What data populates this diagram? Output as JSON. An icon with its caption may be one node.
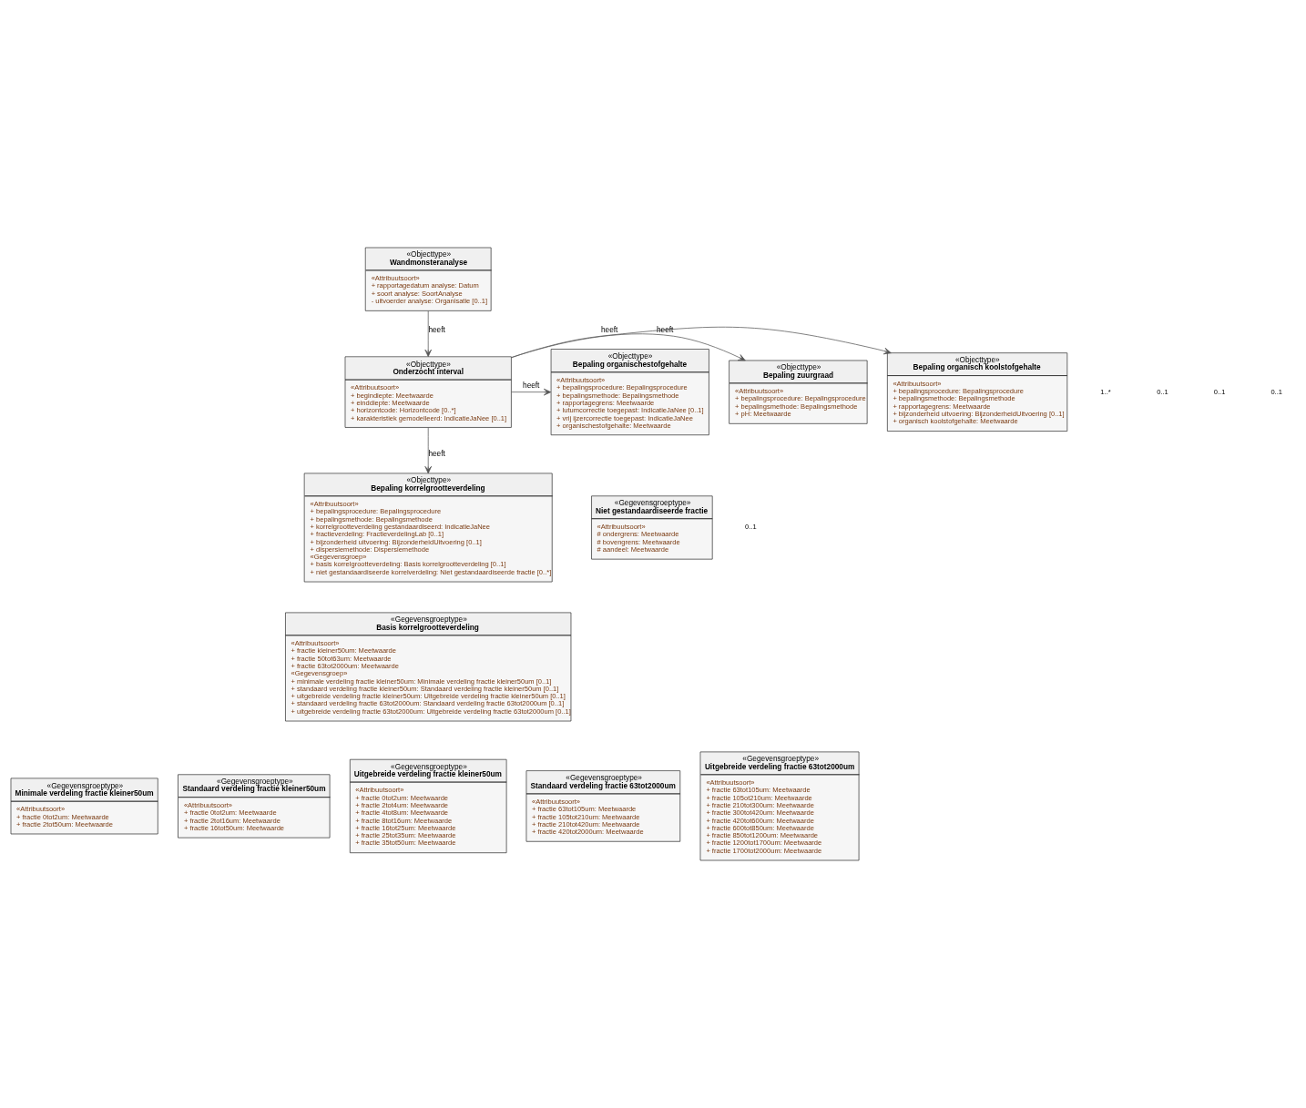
{
  "diagram": {
    "nodes": [
      {
        "text": [
          "«Objecttype»",
          "Wandmonsteranalyse",
          "«Attribuutsoort»",
          "+ rapportagedatum analyse: Datum",
          "+ soort analyse: SoortAnalyse",
          "- uitvoerder analyse: Organisatie [0..1]"
        ]
      },
      {
        "text": [
          "«Objecttype»",
          "Bepaling organisch koolstofgehalte",
          "«Attribuutsoort»",
          "+ bepalingsprocedure: Bepalingsprocedure",
          "+ bepalingsmethode: Bepalingsmethode",
          "+ rapportagegrens: Meetwaarde",
          "+ bijzonderheid uitvoering: BijzonderheidUitvoering [0..1]",
          "+ organisch koolstofgehalte: Meetwaarde"
        ]
      },
      {
        "text": [
          "«Objecttype»",
          "Bepaling zuurgraad",
          "«Attribuutsoort»",
          "+ bepalingsprocedure: Bepalingsprocedure",
          "+ bepalingsmethode: Bepalingsmethode",
          "+ pH: Meetwaarde"
        ]
      },
      {
        "text": [
          "«Objecttype»",
          "Onderzocht interval",
          "«Attribuutsoort»",
          "+ begindiepte: Meetwaarde",
          "+ einddiepte: Meetwaarde",
          "+ horizontcode: Horizontcode [0..*]",
          "+ karakteristiek gemodelleerd: IndicatieJaNee [0..1]"
        ]
      },
      {
        "text": [
          "«Objecttype»",
          "Bepaling organischestofgehalte",
          "«Attribuutsoort»",
          "+ bepalingsprocedure: Bepalingsprocedure",
          "+ bepalingsmethode: Bepalingsmethode",
          "+ rapportagegrens: Meetwaarde",
          "+ lutumcorrectie toegepast: IndicatieJaNee [0..1]",
          "+ vrij ijzercorrectie toegepast: IndicatieJaNee",
          "+ organischestofgehalte: Meetwaarde"
        ]
      },
      {
        "text": [
          "«Objecttype»",
          "Bepaling korrelgrootteverdeling",
          "«Attribuutsoort»",
          "+ bepalingsprocedure: Bepalingsprocedure",
          "+ bepalingsmethode: Bepalingsmethode",
          "+ korrelgrootteverdeling gestandaardiseerd: IndicatieJaNee",
          "+ fractieverdeling: FractieverdelingLab [0..1]",
          "+ bijzonderheid uitvoering: BijzonderheidUitvoering [0..1]",
          "+ dispersiemethode: Dispersiemethode",
          "«Gegevensgroep»",
          "+ basis korrelgrootteverdeling: Basis korrelgrootteverdeling [0..1]",
          "+ niet gestandaardiseerde korrelverdeling: Niet gestandaardiseerde fractie [0..*]"
        ]
      },
      {
        "text": [
          "«Gegevensgroeptype»",
          "Niet gestandaardiseerde fractie",
          "«Attribuutsoort»",
          "# ondergrens: Meetwaarde",
          "# bovengrens: Meetwaarde",
          "# aandeel: Meetwaarde"
        ]
      },
      {
        "text": [
          "«Gegevensgroeptype»",
          "Basis korrelgrootteverdeling",
          "«Attribuutsoort»",
          "+ fractie kleiner50um: Meetwaarde",
          "+ fractie 50tot63um: Meetwaarde",
          "+ fractie 63tot2000um: Meetwaarde",
          "«Gegevensgroep»",
          "+ minimale verdeling fractie kleiner50um: Minimale verdeling fractie kleiner50um [0..1]",
          "+ standaard verdeling fractie kleiner50um: Standaard verdeling fractie kleiner50um [0..1]",
          "+ uitgebreide verdeling fractie kleiner50um: Uitgebreide verdeling fractie kleiner50um [0..1]",
          "+ standaard verdeling fractie 63tot2000um: Standaard verdeling fractie 63tot2000um [0..1]",
          "+ uitgebreide verdeling fractie 63tot2000um: Uitgebreide verdeling fractie 63tot2000um [0..1]"
        ]
      },
      {
        "text": [
          "«Gegevensgroeptype»",
          "Minimale verdeling fractie kleiner50um",
          "«Attribuutsoort»",
          "+ fractie 0tot2um: Meetwaarde",
          "+ fractie 2tot50um: Meetwaarde"
        ]
      },
      {
        "text": [
          "«Gegevensgroeptype»",
          "Standaard verdeling fractie kleiner50um",
          "«Attribuutsoort»",
          "+ fractie 0tot2um: Meetwaarde",
          "+ fractie 2tot16um: Meetwaarde",
          "+ fractie 16tot50um: Meetwaarde"
        ]
      },
      {
        "text": [
          "«Gegevensgroeptype»",
          "Uitgebreide verdeling fractie kleiner50um",
          "«Attribuutsoort»",
          "+ fractie 0tot2um: Meetwaarde",
          "+ fractie 2tot4um: Meetwaarde",
          "+ fractie 4tot8um: Meetwaarde",
          "+ fractie 8tot16um: Meetwaarde",
          "+ fractie 16tot25um: Meetwaarde",
          "+ fractie 25tot35um: Meetwaarde",
          "+ fractie 35tot50um: Meetwaarde"
        ]
      },
      {
        "text": [
          "«Gegevensgroeptype»",
          "Standaard verdeling fractie 63tot2000um",
          "«Attribuutsoort»",
          "+ fractie 63tot105um: Meetwaarde",
          "+ fractie 105tot210um: Meetwaarde",
          "+ fractie 210tot420um: Meetwaarde",
          "+ fractie 420tot2000um: Meetwaarde"
        ]
      },
      {
        "text": [
          "«Gegevensgroeptype»",
          "Uitgebreide verdeling fractie 63tot2000um",
          "«Attribuutsoort»",
          "+ fractie 63tot105um: Meetwaarde",
          "+ fractie 105ot210um: Meetwaarde",
          "+ fractie 210tot300um: Meetwaarde",
          "+ fractie 300tot420um: Meetwaarde",
          "+ fractie 420tot600um: Meetwaarde",
          "+ fractie 600tot850um: Meetwaarde",
          "+ fractie 850tot1200um: Meetwaarde",
          "+ fractie 1200tot1700um: Meetwaarde",
          "+ fractie 1700tot2000um: Meetwaarde"
        ]
      }
    ],
    "edges": [
      {
        "from": 0,
        "to": 3,
        "arrow": "to",
        "label": "heeft"
      },
      {
        "from": 3,
        "to": 1,
        "arrow": "to",
        "label": "heeft"
      },
      {
        "from": 3,
        "to": 2,
        "arrow": "to",
        "label": "heeft"
      },
      {
        "from": 3,
        "to": 4,
        "arrow": "to",
        "label": "heeft"
      },
      {
        "from": 3,
        "to": 5,
        "arrow": "to",
        "label": "heeft"
      }
    ],
    "labels": [
      "1..*",
      "0..1",
      "0..1",
      "0..1",
      "0..1"
    ]
  }
}
